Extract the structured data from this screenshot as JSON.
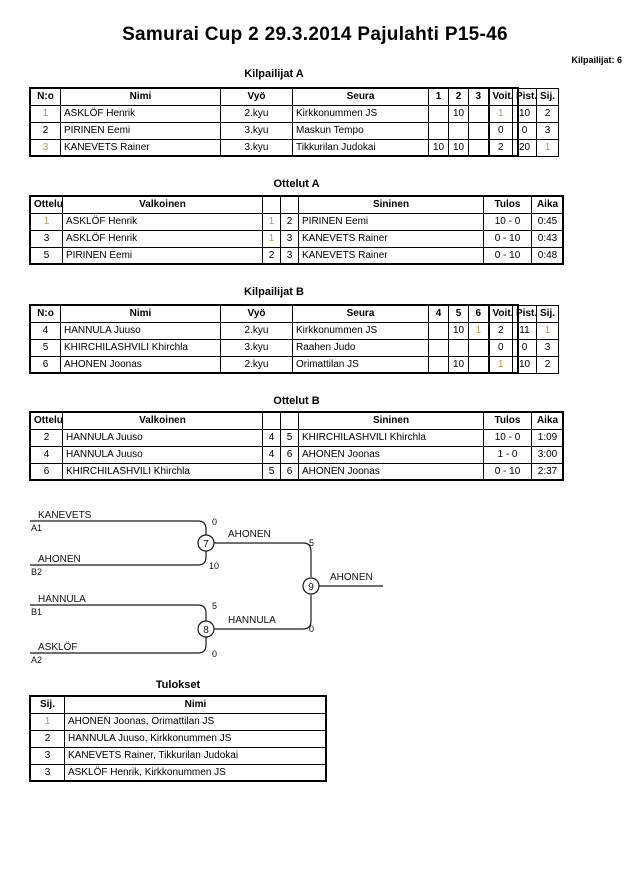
{
  "header": {
    "title": "Samurai Cup 2  29.3.2014  Pajulahti   P15-46",
    "competitor_count_label": "Kilpailijat: 6"
  },
  "pool_a": {
    "caption": "Kilpailijat A",
    "columns": {
      "no": "N:o",
      "name": "Nimi",
      "belt": "Vyö",
      "club": "Seura",
      "m1": "1",
      "m2": "2",
      "m3": "3",
      "wins": "Voit.",
      "points": "Pist.",
      "rank": "Sij."
    },
    "rows": [
      {
        "no": "1",
        "name": "ASKLÖF Henrik",
        "belt": "2.kyu",
        "club": "Kirkkonummen JS",
        "m1": "",
        "m2": "10",
        "m3": "",
        "wins": "1",
        "points": "10",
        "rank": "2"
      },
      {
        "no": "2",
        "name": "PIRINEN Eemi",
        "belt": "3.kyu",
        "club": "Maskun Tempo",
        "m1": "",
        "m2": "",
        "m3": "",
        "wins": "0",
        "points": "0",
        "rank": "3"
      },
      {
        "no": "3",
        "name": "KANEVETS Rainer",
        "belt": "3.kyu",
        "club": "Tikkurilan Judokai",
        "m1": "10",
        "m2": "10",
        "m3": "",
        "wins": "2",
        "points": "20",
        "rank": "1"
      }
    ]
  },
  "matches_a": {
    "caption": "Ottelut A",
    "columns": {
      "no": "Ottelu",
      "white": "Valkoinen",
      "n1": "",
      "n2": "",
      "blue": "Sininen",
      "result": "Tulos",
      "time": "Aika"
    },
    "rows": [
      {
        "no": "1",
        "white": "ASKLÖF Henrik",
        "n1": "1",
        "n2": "2",
        "blue": "PIRINEN Eemi",
        "result": "10 - 0",
        "time": "0:45"
      },
      {
        "no": "3",
        "white": "ASKLÖF Henrik",
        "n1": "1",
        "n2": "3",
        "blue": "KANEVETS Rainer",
        "result": "0 - 10",
        "time": "0:43"
      },
      {
        "no": "5",
        "white": "PIRINEN Eemi",
        "n1": "2",
        "n2": "3",
        "blue": "KANEVETS Rainer",
        "result": "0 - 10",
        "time": "0:48"
      }
    ]
  },
  "pool_b": {
    "caption": "Kilpailijat B",
    "columns": {
      "no": "N:o",
      "name": "Nimi",
      "belt": "Vyö",
      "club": "Seura",
      "m1": "4",
      "m2": "5",
      "m3": "6",
      "wins": "Voit.",
      "points": "Pist.",
      "rank": "Sij."
    },
    "rows": [
      {
        "no": "4",
        "name": "HANNULA Juuso",
        "belt": "2.kyu",
        "club": "Kirkkonummen JS",
        "m1": "",
        "m2": "10",
        "m3": "1",
        "wins": "2",
        "points": "11",
        "rank": "1"
      },
      {
        "no": "5",
        "name": "KHIRCHILASHVILI Khirchla",
        "belt": "3.kyu",
        "club": "Raahen Judo",
        "m1": "",
        "m2": "",
        "m3": "",
        "wins": "0",
        "points": "0",
        "rank": "3"
      },
      {
        "no": "6",
        "name": "AHONEN Joonas",
        "belt": "2.kyu",
        "club": "Orimattilan JS",
        "m1": "",
        "m2": "10",
        "m3": "",
        "wins": "1",
        "points": "10",
        "rank": "2"
      }
    ]
  },
  "matches_b": {
    "caption": "Ottelut B",
    "columns": {
      "no": "Ottelu",
      "white": "Valkoinen",
      "n1": "",
      "n2": "",
      "blue": "Sininen",
      "result": "Tulos",
      "time": "Aika"
    },
    "rows": [
      {
        "no": "2",
        "white": "HANNULA Juuso",
        "n1": "4",
        "n2": "5",
        "blue": "KHIRCHILASHVILI Khirchla",
        "result": "10 - 0",
        "time": "1:09"
      },
      {
        "no": "4",
        "white": "HANNULA Juuso",
        "n1": "4",
        "n2": "6",
        "blue": "AHONEN Joonas",
        "result": "1 - 0",
        "time": "3:00"
      },
      {
        "no": "6",
        "white": "KHIRCHILASHVILI Khirchla",
        "n1": "5",
        "n2": "6",
        "blue": "AHONEN Joonas",
        "result": "0 - 10",
        "time": "2:37"
      }
    ]
  },
  "bracket": {
    "entries": [
      {
        "name": "KANEVETS",
        "seed": "A1",
        "score": "0"
      },
      {
        "name": "AHONEN",
        "seed": "B2",
        "score": "10"
      },
      {
        "name": "HANNULA",
        "seed": "B1",
        "score": "5"
      },
      {
        "name": "ASKLÖF",
        "seed": "A2",
        "score": "0"
      }
    ],
    "semifinals": [
      {
        "match_no": "7",
        "winner": "AHONEN",
        "winner_score": "5"
      },
      {
        "match_no": "8",
        "winner": "HANNULA",
        "winner_score": "0"
      }
    ],
    "final": {
      "match_no": "9",
      "winner": "AHONEN"
    }
  },
  "results": {
    "caption": "Tulokset",
    "columns": {
      "rank": "Sij.",
      "name": "Nimi"
    },
    "rows": [
      {
        "rank": "1",
        "name": "AHONEN Joonas, Orimattilan JS"
      },
      {
        "rank": "2",
        "name": "HANNULA Juuso, Kirkkonummen JS"
      },
      {
        "rank": "3",
        "name": "KANEVETS Rainer, Tikkurilan Judokai"
      },
      {
        "rank": "3",
        "name": "ASKLÖF Henrik, Kirkkonummen JS"
      }
    ]
  }
}
